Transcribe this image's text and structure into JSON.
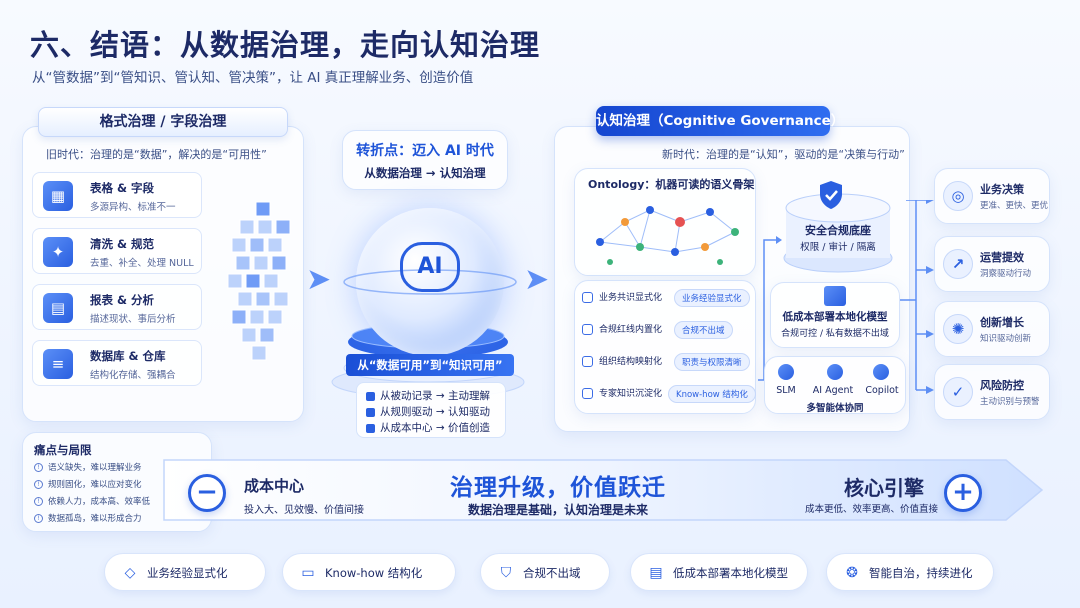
{
  "header": {
    "title": "六、结语：从数据治理，走向认知治理",
    "subtitle": "从“管数据”到“管知识、管认知、管决策”，让 AI 真正理解业务、创造价值"
  },
  "left": {
    "header": "格式治理 / 字段治理",
    "note": "旧时代：治理的是“数据”，解决的是“可用性”",
    "items": [
      {
        "title": "表格 & 字段",
        "desc": "多源异构、标准不一"
      },
      {
        "title": "清洗 & 规范",
        "desc": "去重、补全、处理 NULL"
      },
      {
        "title": "报表 & 分析",
        "desc": "描述现状、事后分析"
      },
      {
        "title": "数据库 & 仓库",
        "desc": "结构化存储、强耦合"
      }
    ]
  },
  "pain": {
    "title": "痛点与局限",
    "items": [
      "语义缺失，难以理解业务",
      "规则固化，难以应对变化",
      "依赖人力，成本高、效率低",
      "数据孤岛，难以形成合力"
    ]
  },
  "center": {
    "turn_title": "转折点：迈入 AI 时代",
    "turn_sub": "从数据治理 → 认知治理",
    "globe_label": "AI",
    "pedestal_label": "从“数据可用”到“知识可用”",
    "shifts": [
      "从被动记录 → 主动理解",
      "从规则驱动 → 认知驱动",
      "从成本中心 → 价值创造"
    ]
  },
  "right": {
    "header": "认知治理（Cognitive Governance）",
    "note": "新时代：治理的是“认知”，驱动的是“决策与行动”",
    "ontology_title": "Ontology：机器可读的语义骨架",
    "ontology_rows": [
      {
        "label": "业务共识显式化",
        "pill": "业务经验显式化"
      },
      {
        "label": "合规红线内置化",
        "pill": "合规不出域"
      },
      {
        "label": "组织结构映射化",
        "pill": "职责与权限清晰"
      },
      {
        "label": "专家知识沉淀化",
        "pill": "Know-how 结构化"
      }
    ],
    "security": {
      "title": "安全合规底座",
      "sub": "权限 / 审计 / 隔离"
    },
    "local_model": {
      "title": "低成本部署本地化模型",
      "sub": "合规可控 / 私有数据不出域"
    },
    "agents": {
      "items": [
        "SLM",
        "AI Agent",
        "Copilot"
      ],
      "footer": "多智能体协同"
    }
  },
  "outcomes": [
    {
      "title": "业务决策",
      "desc": "更准、更快、更优",
      "icon": "target-icon"
    },
    {
      "title": "运营提效",
      "desc": "洞察驱动行动",
      "icon": "chart-icon"
    },
    {
      "title": "创新增长",
      "desc": "知识驱动创新",
      "icon": "bulb-icon"
    },
    {
      "title": "风险防控",
      "desc": "主动识别与预警",
      "icon": "shield-icon"
    }
  ],
  "band": {
    "left_title": "成本中心",
    "left_sub": "投入大、见效慢、价值间接",
    "mid_title": "治理升级，价值跃迁",
    "mid_sub": "数据治理是基础，认知治理是未来",
    "right_title": "核心引擎",
    "right_sub": "成本更低、效率更高、价值直接"
  },
  "chips": [
    {
      "label": "业务经验显式化",
      "icon": "diamond-icon"
    },
    {
      "label": "Know-how 结构化",
      "icon": "book-icon"
    },
    {
      "label": "合规不出域",
      "icon": "shield-check-icon"
    },
    {
      "label": "低成本部署本地化模型",
      "icon": "server-icon"
    },
    {
      "label": "智能自治，持续进化",
      "icon": "brain-icon"
    }
  ],
  "colors": {
    "primary": "#1e54d8",
    "dark": "#1d2a66",
    "accent": "#5e8ff5"
  }
}
